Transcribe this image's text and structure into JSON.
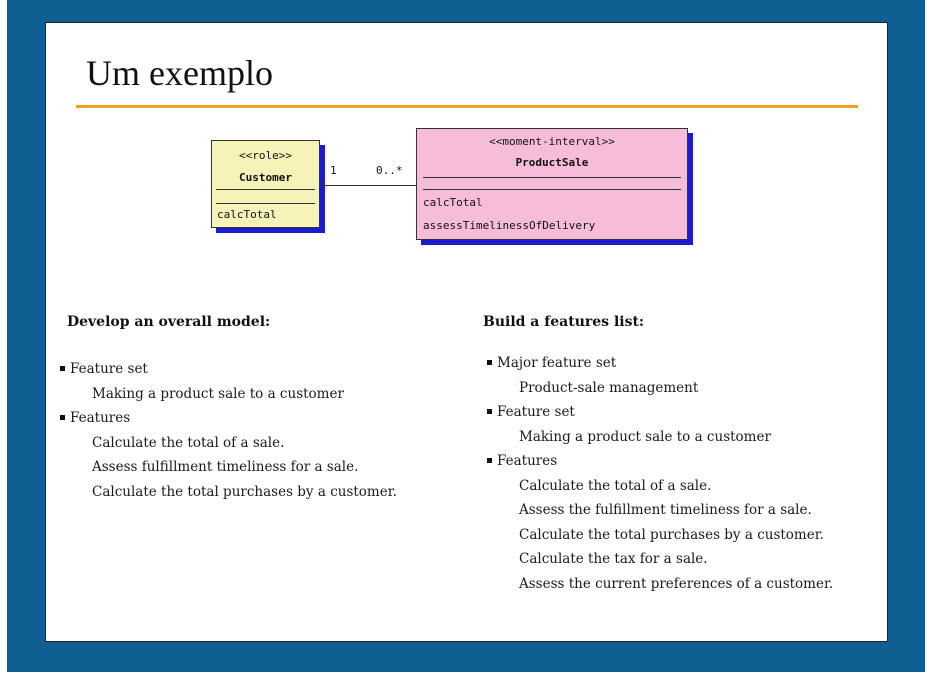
{
  "slide": {
    "title": "Um exemplo"
  },
  "diagram": {
    "customer": {
      "stereotype": "<<role>>",
      "name": "Customer",
      "methods": [
        "calcTotal"
      ]
    },
    "product_sale": {
      "stereotype": "<<moment-interval>>",
      "name": "ProductSale",
      "methods": [
        "calcTotal",
        "assessTimelinessOfDelivery"
      ]
    },
    "association": {
      "left_multiplicity": "1",
      "right_multiplicity": "0..*"
    }
  },
  "left_column": {
    "heading": "Develop an overall model:",
    "items": [
      {
        "text": "Feature set",
        "level": 0
      },
      {
        "text": "Making a product sale to a customer",
        "level": 1
      },
      {
        "text": "Features",
        "level": 0
      },
      {
        "text": "Calculate the total of a sale.",
        "level": 1
      },
      {
        "text": "Assess fulfillment timeliness for a sale.",
        "level": 1
      },
      {
        "text": "Calculate the total purchases by a customer.",
        "level": 1
      }
    ]
  },
  "right_column": {
    "heading": "Build a features list:",
    "items": [
      {
        "text": "Major feature set",
        "level": 0
      },
      {
        "text": "Product-sale management",
        "level": 1
      },
      {
        "text": "Feature set",
        "level": 0
      },
      {
        "text": "Making a product sale to a customer",
        "level": 1
      },
      {
        "text": "Features",
        "level": 0
      },
      {
        "text": "Calculate the total of a sale.",
        "level": 1
      },
      {
        "text": "Assess the fulfillment timeliness for a sale.",
        "level": 1
      },
      {
        "text": "Calculate the total purchases by a customer.",
        "level": 1
      },
      {
        "text": "Calculate the tax for a sale.",
        "level": 1
      },
      {
        "text": "Assess the current preferences of a customer.",
        "level": 1
      }
    ]
  },
  "colors": {
    "frame": "#0f5f93",
    "title_rule": "#f0a020",
    "customer_fill": "#f6f2b8",
    "sale_fill": "#f7bcd8",
    "shadow": "#1a1ad0"
  }
}
